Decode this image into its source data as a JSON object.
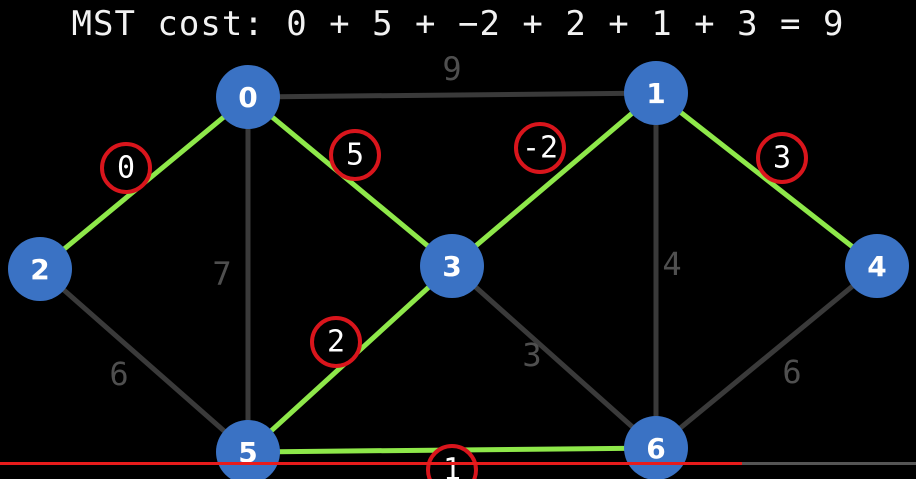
{
  "title": "MST cost: 0 + 5 + −2 + 2 + 1 + 3 = 9",
  "colors": {
    "background": "#000000",
    "node_fill": "#3a72c4",
    "node_text": "#ffffff",
    "edge_default": "#3a3a3a",
    "edge_mst": "#8ee84a",
    "weight_default": "#4f4f4f",
    "weight_mst_ring": "#d9151c",
    "weight_mst_text": "#ffffff",
    "progress_bar": "#e81c1c"
  },
  "nodes": [
    {
      "id": "0",
      "label": "0"
    },
    {
      "id": "1",
      "label": "1"
    },
    {
      "id": "2",
      "label": "2"
    },
    {
      "id": "3",
      "label": "3"
    },
    {
      "id": "4",
      "label": "4"
    },
    {
      "id": "5",
      "label": "5"
    },
    {
      "id": "6",
      "label": "6"
    }
  ],
  "edges": [
    {
      "from": "0",
      "to": "1",
      "weight": "9",
      "in_mst": false
    },
    {
      "from": "0",
      "to": "2",
      "weight": "0",
      "in_mst": true
    },
    {
      "from": "0",
      "to": "3",
      "weight": "5",
      "in_mst": true
    },
    {
      "from": "0",
      "to": "5",
      "weight": "7",
      "in_mst": false
    },
    {
      "from": "1",
      "to": "3",
      "weight": "-2",
      "in_mst": true
    },
    {
      "from": "1",
      "to": "4",
      "weight": "3",
      "in_mst": true
    },
    {
      "from": "1",
      "to": "6",
      "weight": "4",
      "in_mst": false
    },
    {
      "from": "2",
      "to": "5",
      "weight": "6",
      "in_mst": false
    },
    {
      "from": "3",
      "to": "5",
      "weight": "2",
      "in_mst": true
    },
    {
      "from": "3",
      "to": "6",
      "weight": "3",
      "in_mst": false
    },
    {
      "from": "4",
      "to": "6",
      "weight": "6",
      "in_mst": false
    },
    {
      "from": "5",
      "to": "6",
      "weight": "1",
      "in_mst": true
    }
  ],
  "video_progress": 0.81
}
